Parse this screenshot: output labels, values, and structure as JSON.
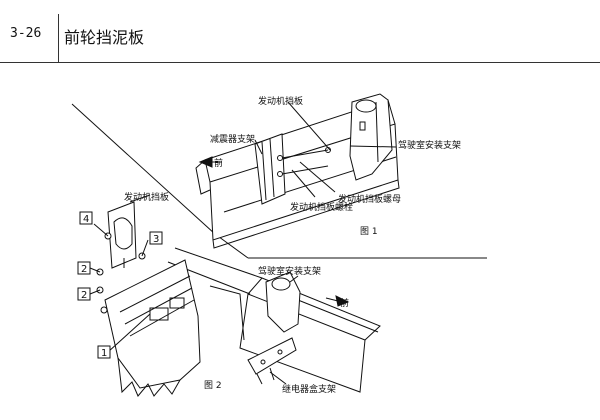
{
  "header": {
    "page_number": "3-26",
    "title": "前轮挡泥板"
  },
  "figure1": {
    "caption": "图 1",
    "labels": {
      "engine_plate": "发动机挡板",
      "shock_bracket": "减震器支架",
      "front_arrow": "前",
      "cab_bracket": "驾驶室安装支架",
      "plate_nut": "发动机挡板螺母",
      "plate_bolt": "发动机挡板螺栓"
    }
  },
  "figure2": {
    "caption": "图 2",
    "labels": {
      "engine_plate": "发动机挡板",
      "cab_bracket": "驾驶室安装支架",
      "front_arrow": "前",
      "relay_bracket": "继电器盒支架"
    },
    "callouts": [
      "1",
      "2",
      "2",
      "3",
      "4"
    ]
  }
}
